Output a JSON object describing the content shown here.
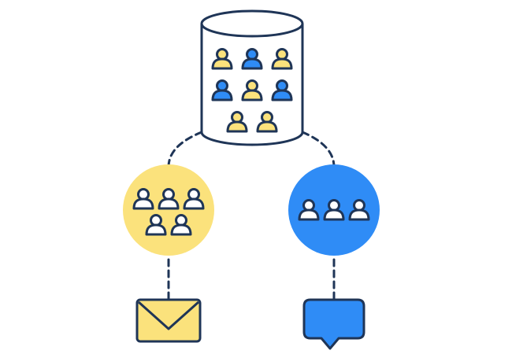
{
  "colors": {
    "outline": "#1f3557",
    "yellow": "#fbe27c",
    "blue": "#2f8cf6",
    "white": "#ffffff"
  },
  "icons": {
    "database": "database-icon",
    "person": "person-icon",
    "envelope": "envelope-icon",
    "chat": "chat-bubble-icon"
  },
  "database": {
    "people": [
      "yellow",
      "blue",
      "yellow",
      "blue",
      "yellow",
      "blue",
      "yellow",
      "yellow"
    ]
  },
  "segments": [
    {
      "name": "yellow-segment",
      "color": "yellow",
      "people_count": 5,
      "channel": "email"
    },
    {
      "name": "blue-segment",
      "color": "blue",
      "people_count": 3,
      "channel": "chat"
    }
  ]
}
